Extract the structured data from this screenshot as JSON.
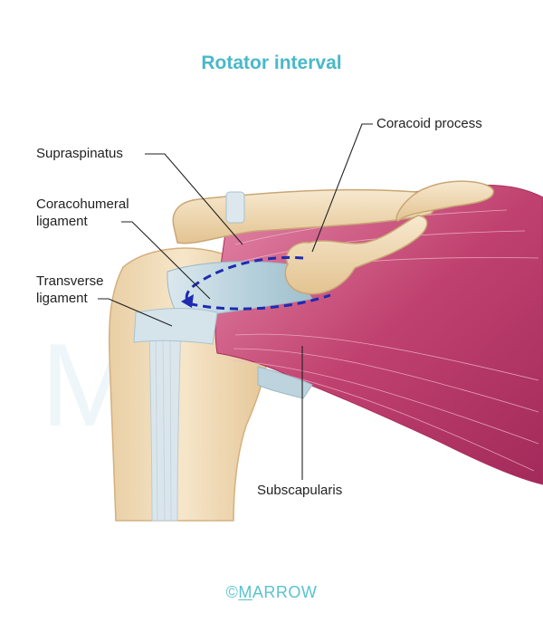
{
  "title": "Rotator interval",
  "labels": {
    "coracoid_process": "Coracoid process",
    "supraspinatus": "Supraspinatus",
    "coracohumeral_line1": "Coracohumeral",
    "coracohumeral_line2": "ligament",
    "transverse_line1": "Transverse",
    "transverse_line2": "ligament",
    "subscapularis": "Subscapularis"
  },
  "watermark": {
    "symbol": "©",
    "brand": "MARROW",
    "brand_first": "M",
    "brand_rest": "ARROW"
  },
  "colors": {
    "title": "#4ab8c9",
    "muscle": "#b8356b",
    "bone": "#f0d9b5",
    "ligament": "#b8d3de",
    "dashed_outline": "#1d2bb0",
    "leader_lines": "#222222"
  }
}
